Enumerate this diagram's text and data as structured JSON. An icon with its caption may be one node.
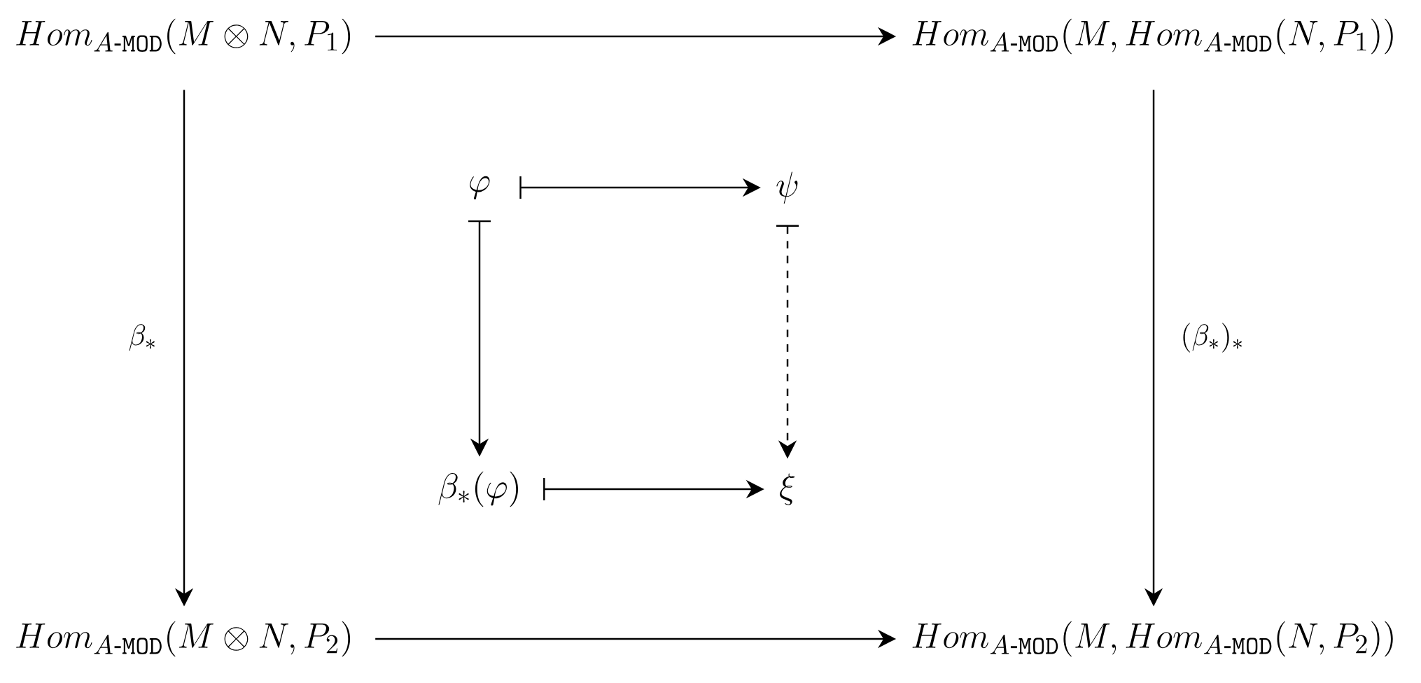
{
  "diagram": {
    "nodes": [
      {
        "text": [
          "Hom_{A\\text{-}\\mathtt{MOD}}(M \\otimes N, P_1)"
        ]
      },
      {
        "text": [
          "Hom_{A\\text{-}\\mathtt{MOD}}(M, Hom_{A\\text{-}\\mathtt{MOD}}(N, P_1))"
        ]
      },
      {
        "text": [
          "\\varphi"
        ]
      },
      {
        "text": [
          "\\psi"
        ]
      },
      {
        "text": [
          "\\beta_*(\\varphi)"
        ]
      },
      {
        "text": [
          "\\xi"
        ]
      },
      {
        "text": [
          "Hom_{A\\text{-}\\mathtt{MOD}}(M \\otimes N, P_2)"
        ]
      },
      {
        "text": [
          "Hom_{A\\text{-}\\mathtt{MOD}}(M, Hom_{A\\text{-}\\mathtt{MOD}}(N, P_2))"
        ]
      }
    ],
    "edges": [
      {
        "from": 0,
        "to": 1,
        "arrow": "to"
      },
      {
        "from": 0,
        "to": 6,
        "arrow": "to",
        "label": "\\beta_*"
      },
      {
        "from": 1,
        "to": 7,
        "arrow": "to",
        "label": "(\\beta_*)_*"
      },
      {
        "from": 2,
        "to": 3,
        "arrow": "to"
      },
      {
        "from": 2,
        "to": 4,
        "arrow": "to"
      },
      {
        "from": 3,
        "to": 5,
        "arrow": "to",
        "style": "dashed"
      },
      {
        "from": 4,
        "to": 5,
        "arrow": "to"
      },
      {
        "from": 6,
        "to": 7,
        "arrow": "to"
      }
    ]
  }
}
